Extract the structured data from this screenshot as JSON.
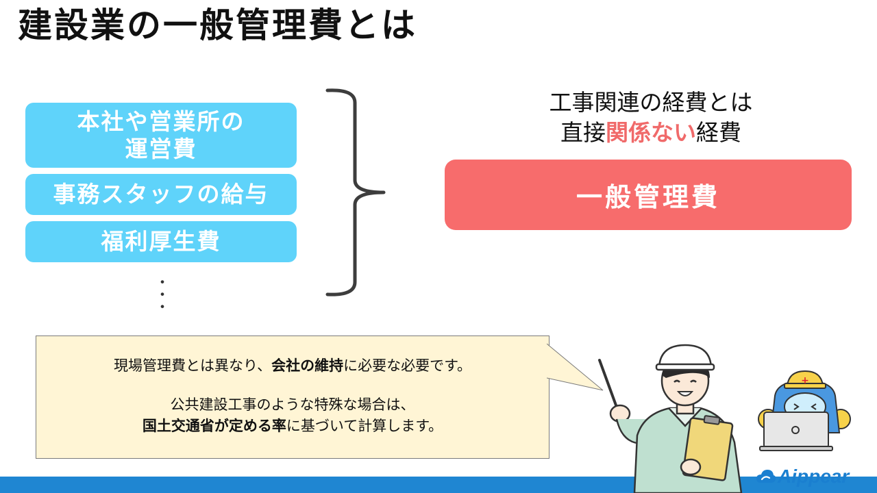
{
  "title": "建設業の一般管理費とは",
  "items": [
    {
      "lines": [
        "本社や営業所の",
        "運営費"
      ]
    },
    {
      "lines": [
        "事務スタッフの給与"
      ]
    },
    {
      "lines": [
        "福利厚生費"
      ]
    }
  ],
  "ellipsis": [
    "・",
    "・",
    "・"
  ],
  "caption": {
    "line1": "工事関連の経費とは",
    "line2_pre": "直接",
    "line2_highlight": "関係ない",
    "line2_post": "経費"
  },
  "result_label": "一般管理費",
  "note": {
    "line1_a": "現場管理費とは異なり、",
    "line1_b": "会社の維持",
    "line1_c": "に必要な必要です。",
    "line2": "公共建設工事のような特殊な場合は、",
    "line3_a": "国土交通省が定める率",
    "line3_b": "に基づいて計算します。"
  },
  "logo": {
    "text": "Aippear"
  },
  "colors": {
    "item_box": "#5fd3fa",
    "result_box": "#f76c6c",
    "highlight": "#f06a6a",
    "note_bg": "#fff5d5",
    "bottom_bar": "#1f86d2"
  }
}
